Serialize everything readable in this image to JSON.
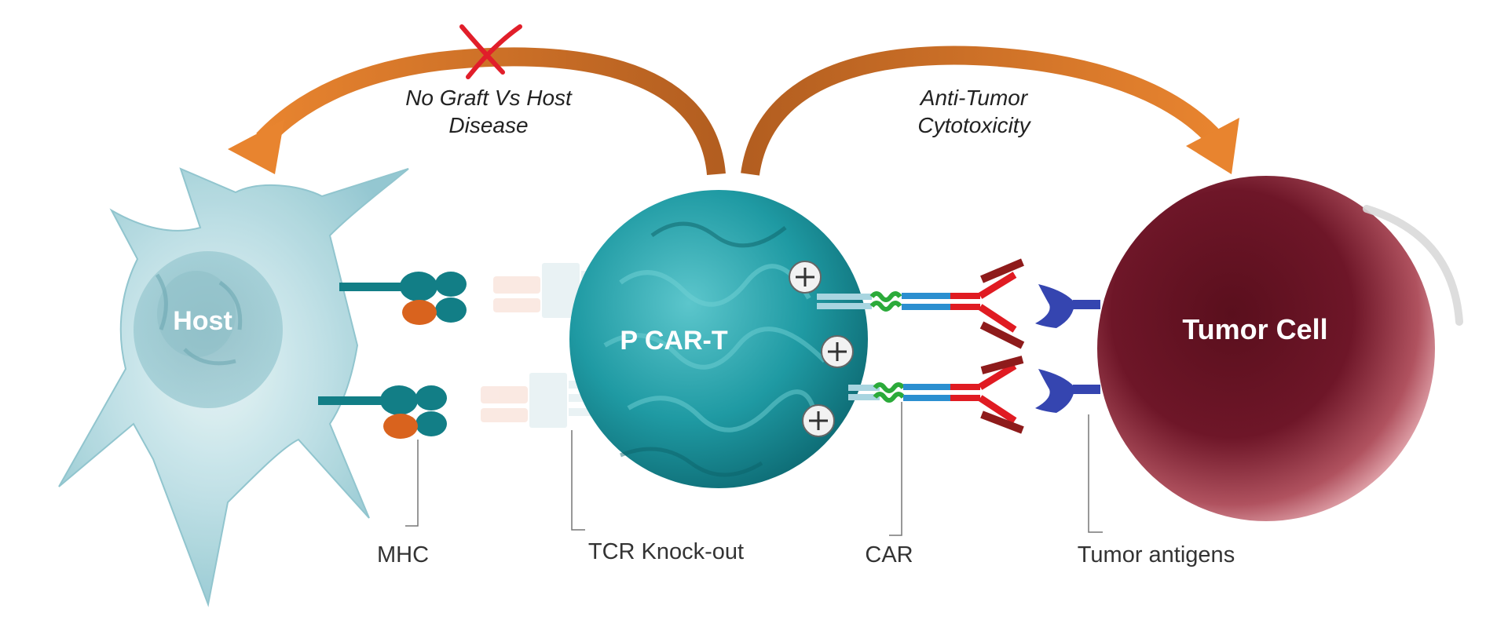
{
  "cells": {
    "host": "Host",
    "car_t": "P CAR-T",
    "tumor": "Tumor Cell"
  },
  "arrows": {
    "left_line1": "No Graft Vs Host",
    "left_line2": "Disease",
    "right_line1": "Anti-Tumor",
    "right_line2": "Cytotoxicity"
  },
  "callouts": {
    "mhc": "MHC",
    "tcr": "TCR Knock-out",
    "car": "CAR",
    "antigens": "Tumor antigens"
  },
  "colors": {
    "arrow_orange": "#E8842F",
    "arrow_dark": "#B35E20",
    "x_mark": "#E11E2A",
    "host_cell": "#A9D7DF",
    "car_t_cell": "#1E9AA2",
    "tumor_cell": "#6A1426",
    "mhc_teal": "#127E86",
    "mhc_orange": "#D9631E",
    "car_blue": "#2B8FD0",
    "car_red": "#E01B22",
    "car_dark_red": "#8E1B1B",
    "car_green": "#2BAA3A",
    "antigen_blue": "#3545B0"
  },
  "icons": {
    "plus_marks": [
      "plus-circle-icon",
      "plus-circle-icon",
      "plus-circle-icon"
    ],
    "rejection": "x-mark-icon"
  }
}
